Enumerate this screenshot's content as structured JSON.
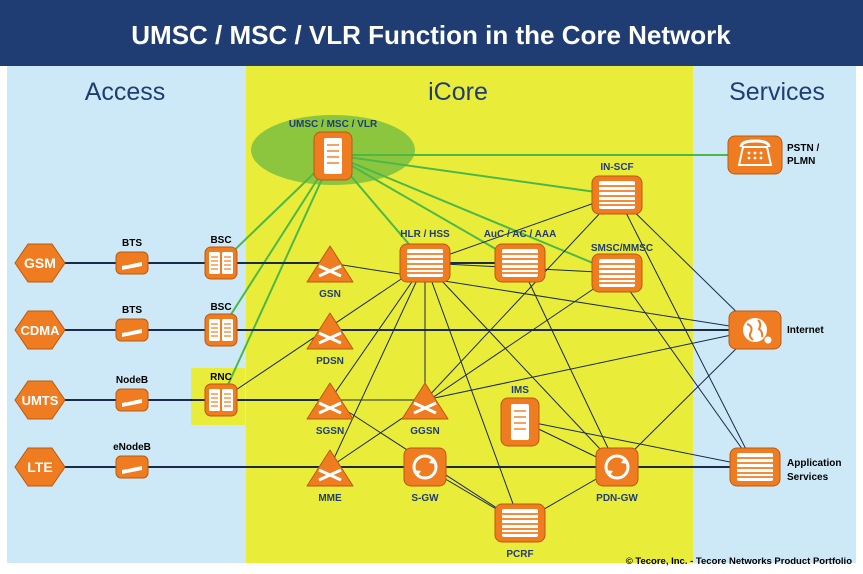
{
  "title": "UMSC / MSC / VLR Function in the Core Network",
  "sections": {
    "access": "Access",
    "icore": "iCore",
    "services": "Services"
  },
  "access_networks": [
    "GSM",
    "CDMA",
    "UMTS",
    "LTE"
  ],
  "access_nodes": [
    "BTS",
    "BTS",
    "NodeB",
    "eNodeB"
  ],
  "controllers": [
    "BSC",
    "BSC",
    "RNC"
  ],
  "core": {
    "umsc": "UMSC / MSC / VLR",
    "gsn": "GSN",
    "pdsn": "PDSN",
    "sgsn": "SGSN",
    "mme": "MME",
    "hlr": "HLR / HSS",
    "auc": "AuC / AC / AAA",
    "inscf": "IN-SCF",
    "smsc": "SMSC/MMSC",
    "ggsn": "GGSN",
    "ims": "IMS",
    "sgw": "S-GW",
    "pcrf": "PCRF",
    "pdngw": "PDN-GW"
  },
  "services": {
    "pstn_line1": "PSTN /",
    "pstn_line2": "PLMN",
    "internet": "Internet",
    "apps_line1": "Application",
    "apps_line2": "Services"
  },
  "copyright": "© Tecore, Inc. - Tecore Networks Product Portfolio",
  "colors": {
    "header": "#1f3d73",
    "side_bg": "#cde9f8",
    "core_bg": "#eaec3a",
    "node": "#f07c22",
    "node_stroke": "#b85a10",
    "sec_text": "#1f3d73",
    "green_link": "#4cb848",
    "bubble": "#8cc63f"
  }
}
